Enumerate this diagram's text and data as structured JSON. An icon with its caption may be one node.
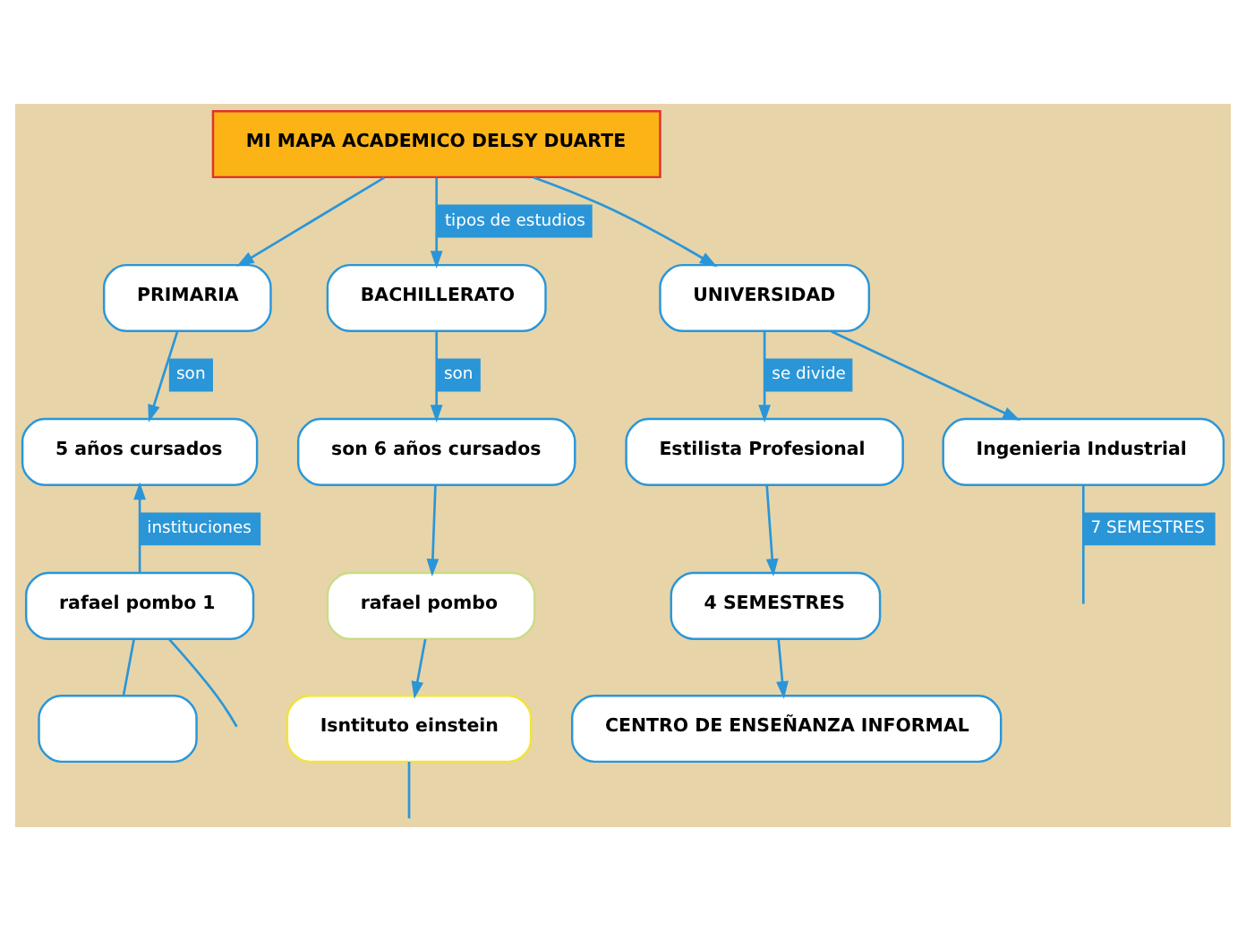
{
  "diagram": {
    "nodes": [
      {
        "text": [
          "MI MAPA ACADEMICO DELSY DUARTE"
        ]
      },
      {
        "text": [
          "PRIMARIA"
        ]
      },
      {
        "text": [
          "BACHILLERATO"
        ]
      },
      {
        "text": [
          "UNIVERSIDAD"
        ]
      },
      {
        "text": [
          "5 años cursados"
        ]
      },
      {
        "text": [
          "son 6 años cursados"
        ]
      },
      {
        "text": [
          "Estilista Profesional"
        ]
      },
      {
        "text": [
          "Ingenieria Industrial"
        ]
      },
      {
        "text": [
          "rafael pombo"
        ]
      },
      {
        "text": [
          "4 SEMESTRES"
        ]
      },
      {
        "text": [
          "rafael pombo 1"
        ]
      },
      {
        "text": [
          "Isntituto einstein"
        ]
      },
      {
        "text": [
          "CENTRO DE ENSEÑANZA INFORMAL"
        ]
      },
      {
        "text": [],
        "shape": "box"
      }
    ],
    "edges": [
      {
        "from": 0,
        "to": 1,
        "arrow": "to"
      },
      {
        "from": 0,
        "to": 2,
        "arrow": "to",
        "label": "tipos de estudios"
      },
      {
        "from": 0,
        "to": 3,
        "arrow": "to"
      },
      {
        "from": 1,
        "to": 4,
        "arrow": "to",
        "label": "son"
      },
      {
        "from": 2,
        "to": 5,
        "arrow": "to",
        "label": "son"
      },
      {
        "from": 3,
        "to": 6,
        "arrow": "to",
        "label": "se divide"
      },
      {
        "from": 3,
        "to": 7,
        "arrow": "to"
      },
      {
        "from": 10,
        "to": 4,
        "arrow": "to",
        "label": "instituciones"
      },
      {
        "from": 5,
        "to": 8,
        "arrow": "to"
      },
      {
        "from": 8,
        "to": 11,
        "arrow": "to"
      },
      {
        "from": 6,
        "to": 9,
        "arrow": "to"
      },
      {
        "from": 9,
        "to": 12,
        "arrow": "to"
      },
      {
        "from": 10,
        "to": 13,
        "arrow": "none"
      },
      {
        "from": 10,
        "to": null,
        "arrow": "none"
      },
      {
        "from": 11,
        "to": null,
        "arrow": "none"
      },
      {
        "from": 7,
        "to": null,
        "arrow": "none",
        "label": "7 SEMESTRES"
      }
    ]
  }
}
